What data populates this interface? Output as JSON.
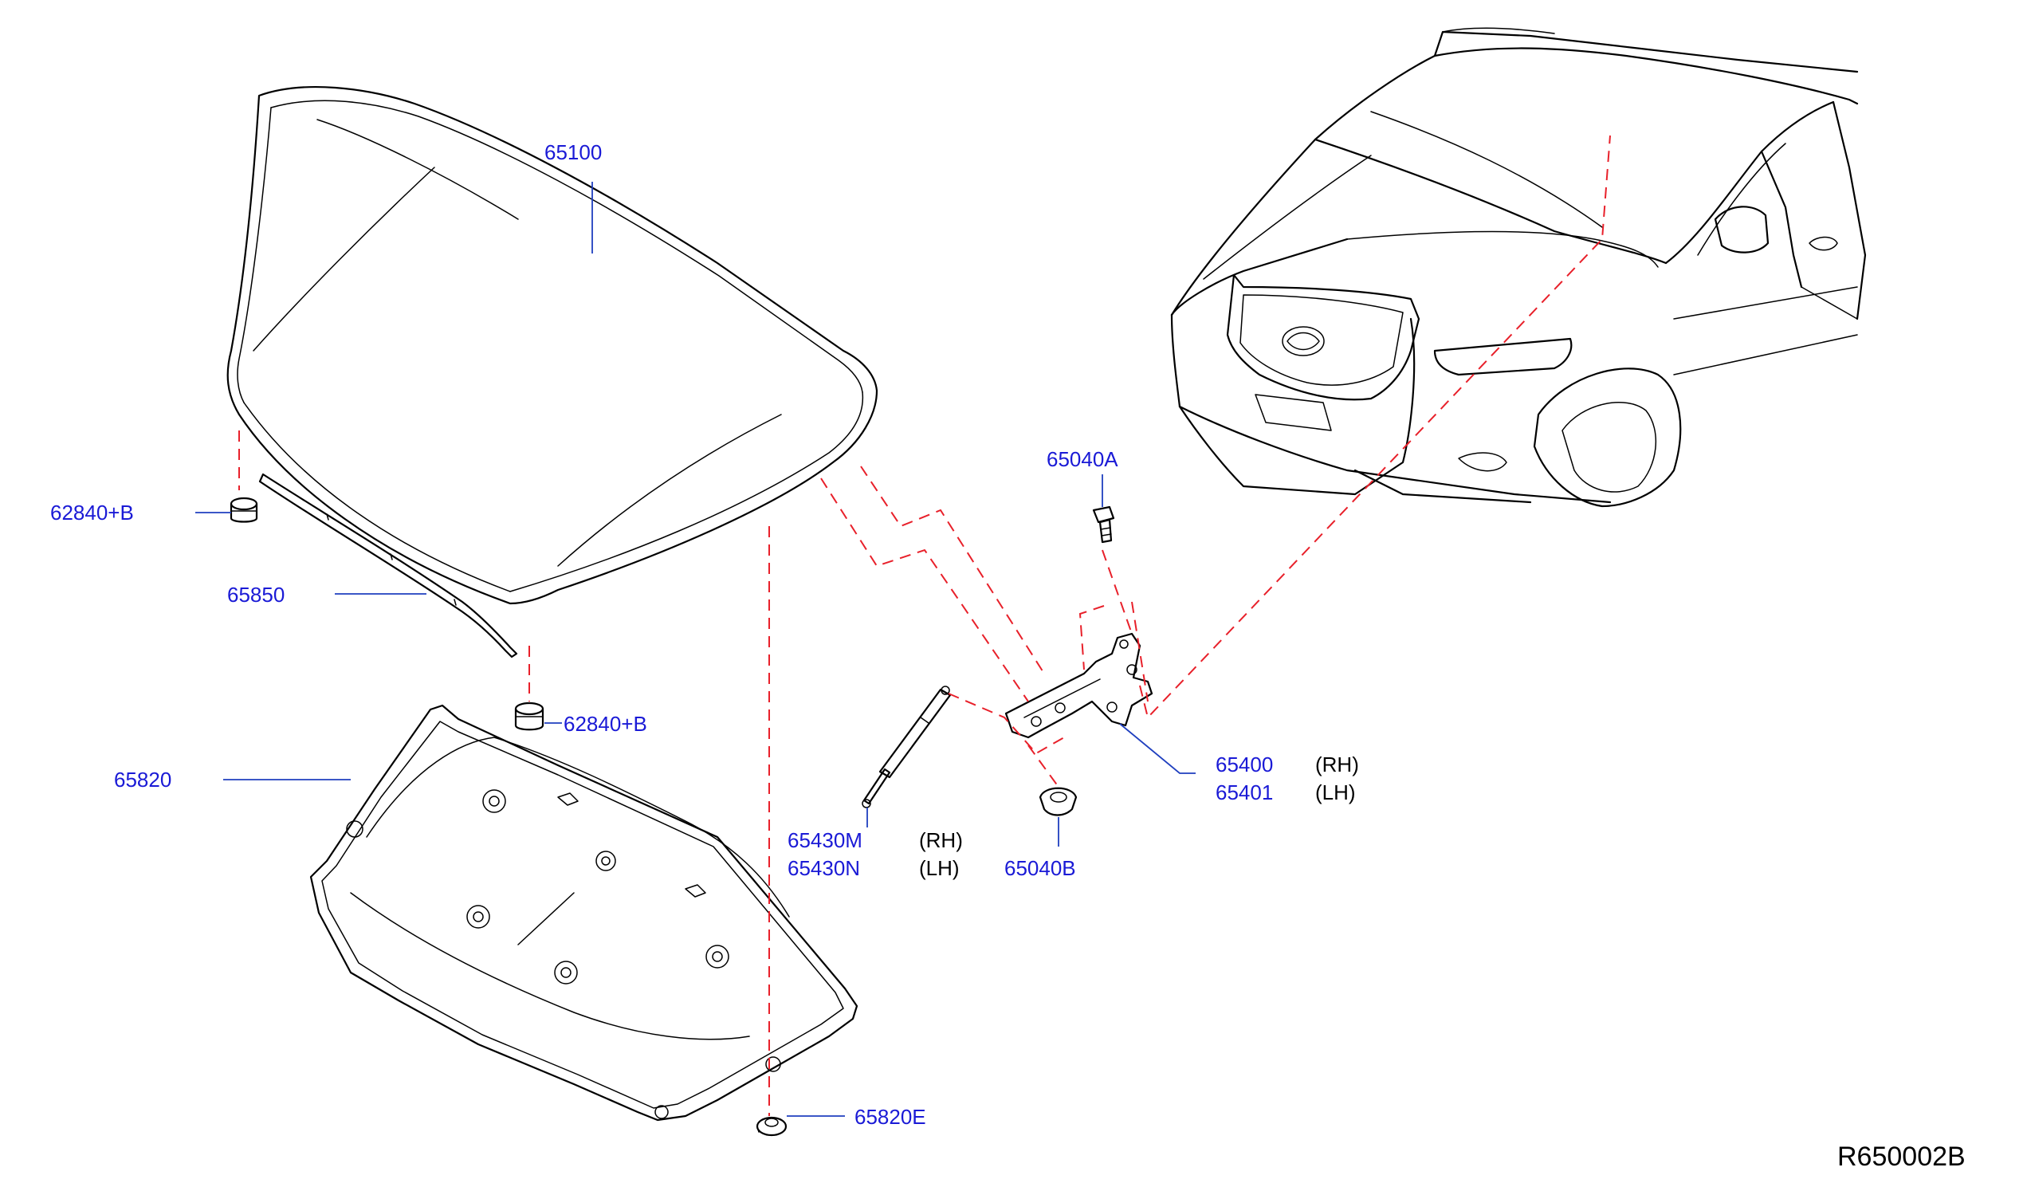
{
  "colors": {
    "part_number": "#1a1ad6",
    "leader": "#1f3fbf",
    "hidden_line": "#e8202a",
    "outline": "#000000"
  },
  "labels": {
    "hood": "65100",
    "bumper_upper_1": "62840+B",
    "bumper_upper_2": "62840+B",
    "seal": "65850",
    "insulator": "65820",
    "clip": "65820E",
    "stay_rh": "65430M",
    "stay_lh": "65430N",
    "hinge_rh": "65400",
    "hinge_lh": "65401",
    "bolt": "65040A",
    "grommet": "65040B"
  },
  "side": {
    "rh": "(RH)",
    "lh": "(LH)"
  },
  "diagram_ref": "R650002B"
}
